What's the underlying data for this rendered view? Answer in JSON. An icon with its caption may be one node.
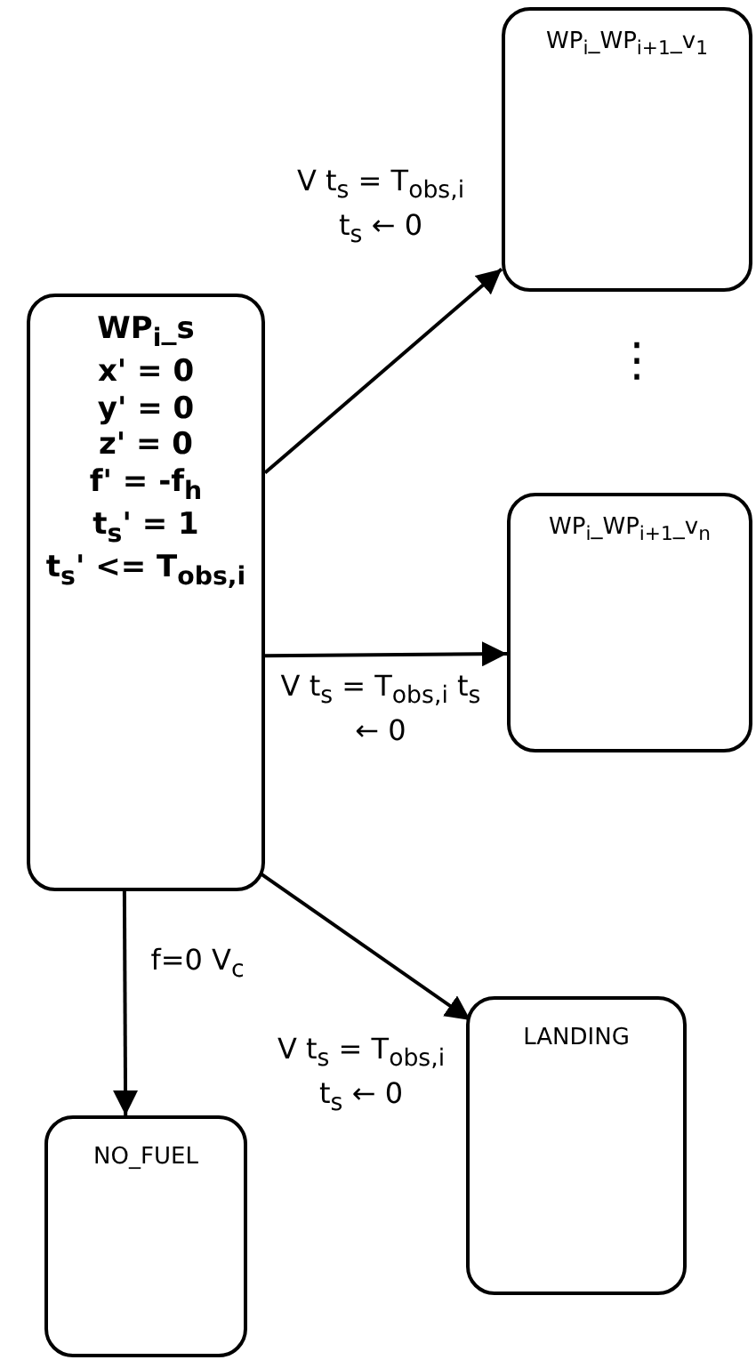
{
  "diagram": {
    "nodes": [
      {
        "text": [
          "WP$_{i}$_s",
          "x' = 0",
          "y' = 0",
          "z' = 0",
          "f' = -f$_{h}$",
          "t$_{s}$' = 1",
          "t$_{s}$' <= T$_{obs,i}$"
        ]
      },
      {
        "text": [
          "WP$_{i}$_WP$_{i+1}$_v$_{1}$"
        ]
      },
      {
        "text": [
          "WP$_{i}$_WP$_{i+1}$_v$_{n}$"
        ]
      },
      {
        "text": [
          "LANDING"
        ]
      },
      {
        "text": [
          "NO_FUEL"
        ]
      }
    ],
    "edges": [
      {
        "from": 0,
        "to": 1,
        "arrow": "to",
        "label": "V t$_{s}$ = T$_{obs,i}$ t$_{s}$ ← 0"
      },
      {
        "from": 0,
        "to": 2,
        "arrow": "to",
        "label": "V t$_{s}$ = T$_{obs,i}$ t$_{s}$ ← 0"
      },
      {
        "from": 0,
        "to": 3,
        "arrow": "to",
        "label": "V t$_{s}$ = T$_{obs,i}$ t$_{s}$ ← 0"
      },
      {
        "from": 0,
        "to": 4,
        "arrow": "to",
        "label": "f=0 V$_{c}$"
      }
    ],
    "labels": [
      "⋮"
    ]
  }
}
